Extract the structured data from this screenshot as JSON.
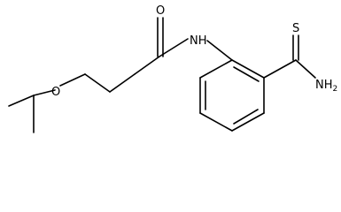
{
  "molecule": {
    "atoms": {
      "carbonyl_oxygen": "O",
      "amide_nitrogen": "NH",
      "ether_oxygen": "O",
      "thioamide_sulfur": "S",
      "thioamide_amine": "NH",
      "thioamide_amine_subscript": "2"
    }
  }
}
